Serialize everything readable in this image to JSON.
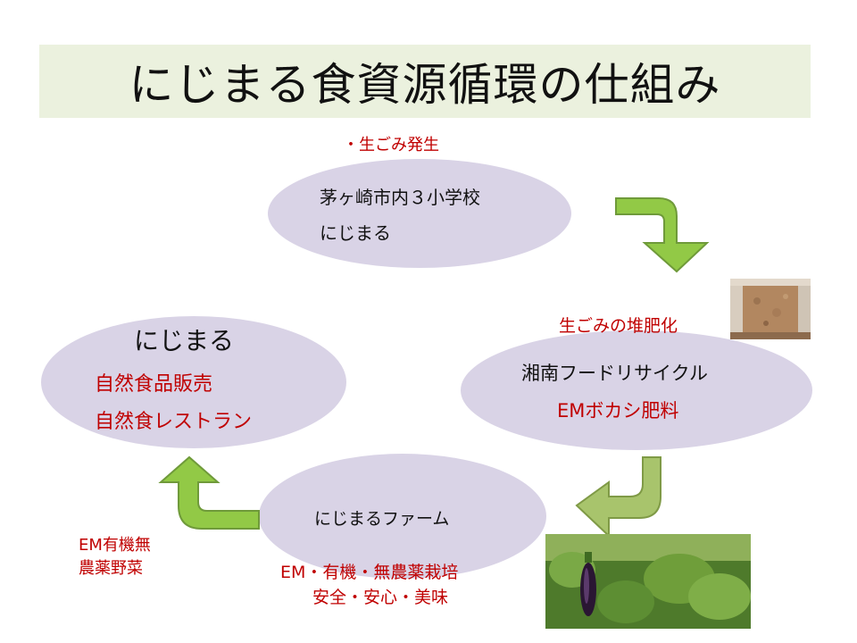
{
  "title": "にじまる食資源循環の仕組み",
  "annotations": {
    "waste_generation": "・生ごみ発生",
    "composting": "生ごみの堆肥化",
    "em_vegetables_line1": "EM有機無",
    "em_vegetables_line2": "農薬野菜",
    "farming_line1": "EM・有機・無農薬栽培",
    "farming_line2": "安全・安心・美味"
  },
  "nodes": {
    "schools": {
      "line1": "茅ヶ崎市内３小学校",
      "line2": "にじまる"
    },
    "recycle": {
      "line1": "湘南フードリサイクル",
      "line2": "EMボカシ肥料"
    },
    "farm": {
      "line1": "にじまるファーム"
    },
    "store": {
      "line1": "にじまる",
      "line2": "自然食品販売",
      "line3": "自然食レストラン"
    }
  },
  "colors": {
    "title_band": "#ebf1de",
    "ellipse": "#d9d3e6",
    "arrow_green": "#8ec63f",
    "arrow_green_dark": "#7aa73a",
    "annotation_red": "#c00000"
  }
}
